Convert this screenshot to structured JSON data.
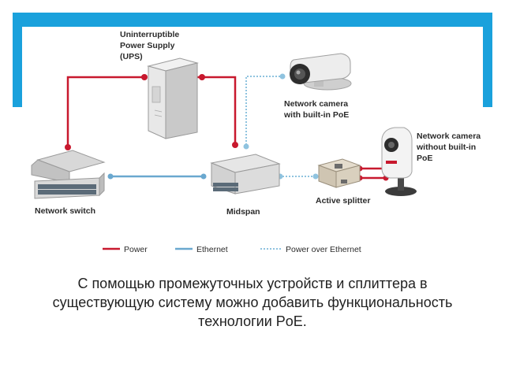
{
  "labels": {
    "ups": [
      "Uninterruptible",
      "Power Supply",
      "(UPS)"
    ],
    "camera_poe": [
      "Network camera",
      "with built-in PoE"
    ],
    "camera_nopoe": [
      "Network camera",
      "without built-in",
      "PoE"
    ],
    "switch": "Network switch",
    "midspan": "Midspan",
    "splitter": "Active splitter"
  },
  "legend": {
    "power": "Power",
    "ethernet": "Ethernet",
    "poe": "Power over Ethernet"
  },
  "colors": {
    "power": "#c8192e",
    "ethernet": "#6aa8cf",
    "poe": "#8fc3df",
    "frame": "#1aa1dc"
  },
  "caption": "С помощью промежуточных устройств и сплиттера в существующую систему можно добавить функциональность технологии PoE."
}
